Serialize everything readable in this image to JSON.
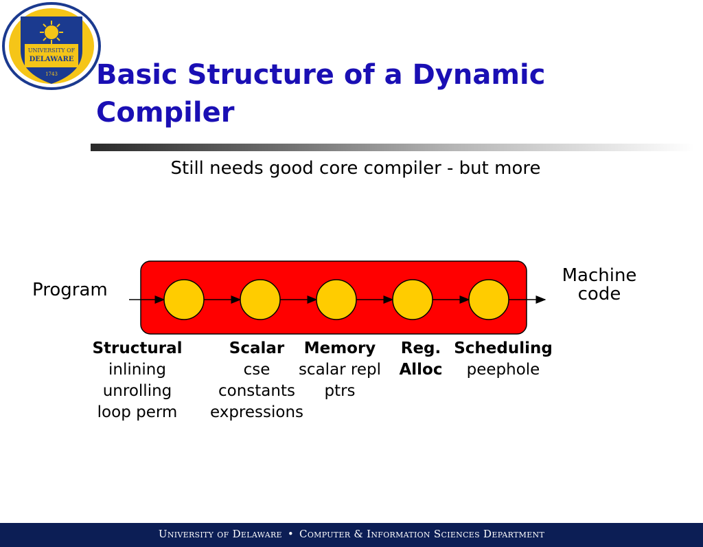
{
  "logo": {
    "text_top": "UNIVERSITY OF",
    "text_bottom": "DELAWARE",
    "year": "1743",
    "colors": {
      "ring": "#1b3a8f",
      "shield": "#1b3a8f",
      "gold": "#f5c518"
    }
  },
  "title": "Basic Structure of a Dynamic Compiler",
  "subtitle": "Still needs good core compiler - but more",
  "diagram": {
    "input_label": "Program",
    "output_label_line1": "Machine",
    "output_label_line2": "code",
    "colors": {
      "band": "#ff0000",
      "node": "#ffcc00"
    },
    "stages": [
      {
        "name": "Structural",
        "items": [
          "inlining",
          "unrolling",
          "loop perm"
        ]
      },
      {
        "name": "Scalar",
        "items": [
          "cse",
          "constants",
          "expressions"
        ]
      },
      {
        "name": "Memory",
        "items": [
          "scalar repl",
          "ptrs"
        ]
      },
      {
        "name": "Reg.",
        "items": [
          "Alloc"
        ]
      },
      {
        "name": "Scheduling",
        "items": [
          "peephole"
        ]
      }
    ]
  },
  "footer": {
    "left": "University of Delaware",
    "separator": "•",
    "right": "Computer & Information Sciences Department",
    "colors": {
      "bar": "#0c1e55",
      "text": "#ffffff"
    }
  }
}
